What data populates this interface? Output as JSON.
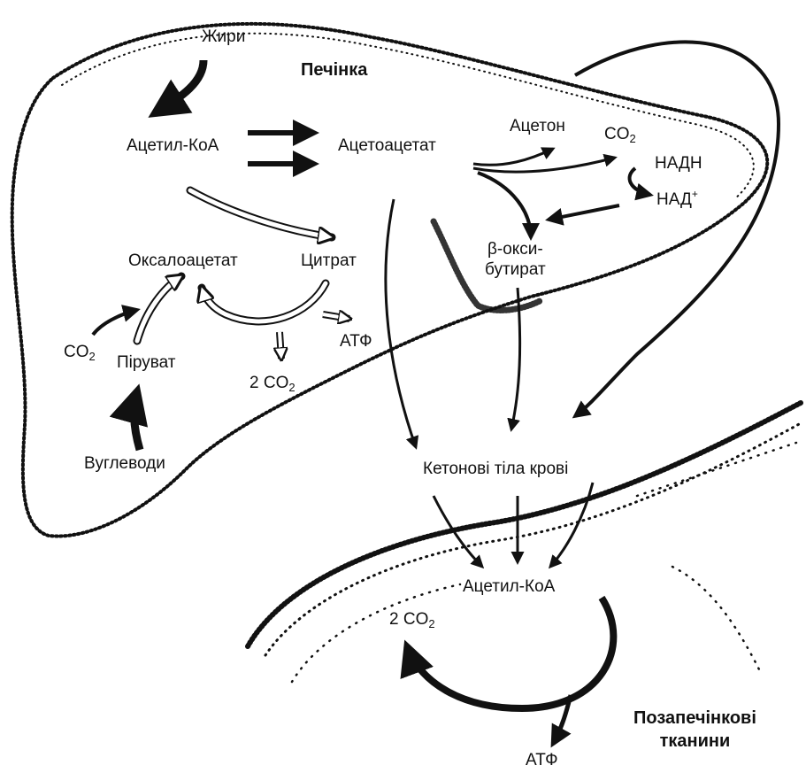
{
  "labels": {
    "fats": "Жири",
    "liver": "Печінка",
    "acetyl_coa_liver": "Ацетил-КоА",
    "acetoacetate": "Ацетоацетат",
    "acetone": "Ацетон",
    "co2_top_main": "CO",
    "co2_top_sub": "2",
    "nadh": "НАДН",
    "nad_main": "НАД",
    "nad_sup": "+",
    "oxaloacetate": "Оксалоацетат",
    "citrate": "Цитрат",
    "beta_hydroxy_line1": "β-окси-",
    "beta_hydroxy_line2": "бутират",
    "co2_left_main": "CO",
    "co2_left_sub": "2",
    "pyruvate": "Піруват",
    "atp_liver": "АТФ",
    "two_co2_liver_main": "2 CO",
    "two_co2_liver_sub": "2",
    "carbohydrates": "Вуглеводи",
    "blood_ketone_bodies": "Кетонові тіла крові",
    "acetyl_coa_tissue": "Ацетил-КоА",
    "two_co2_tissue_main": "2 CO",
    "two_co2_tissue_sub": "2",
    "extrahepatic_line1": "Позапечінкові",
    "extrahepatic_line2": "тканини",
    "atp_tissue": "АТФ"
  },
  "colors": {
    "ink": "#111111",
    "background": "#ffffff"
  }
}
